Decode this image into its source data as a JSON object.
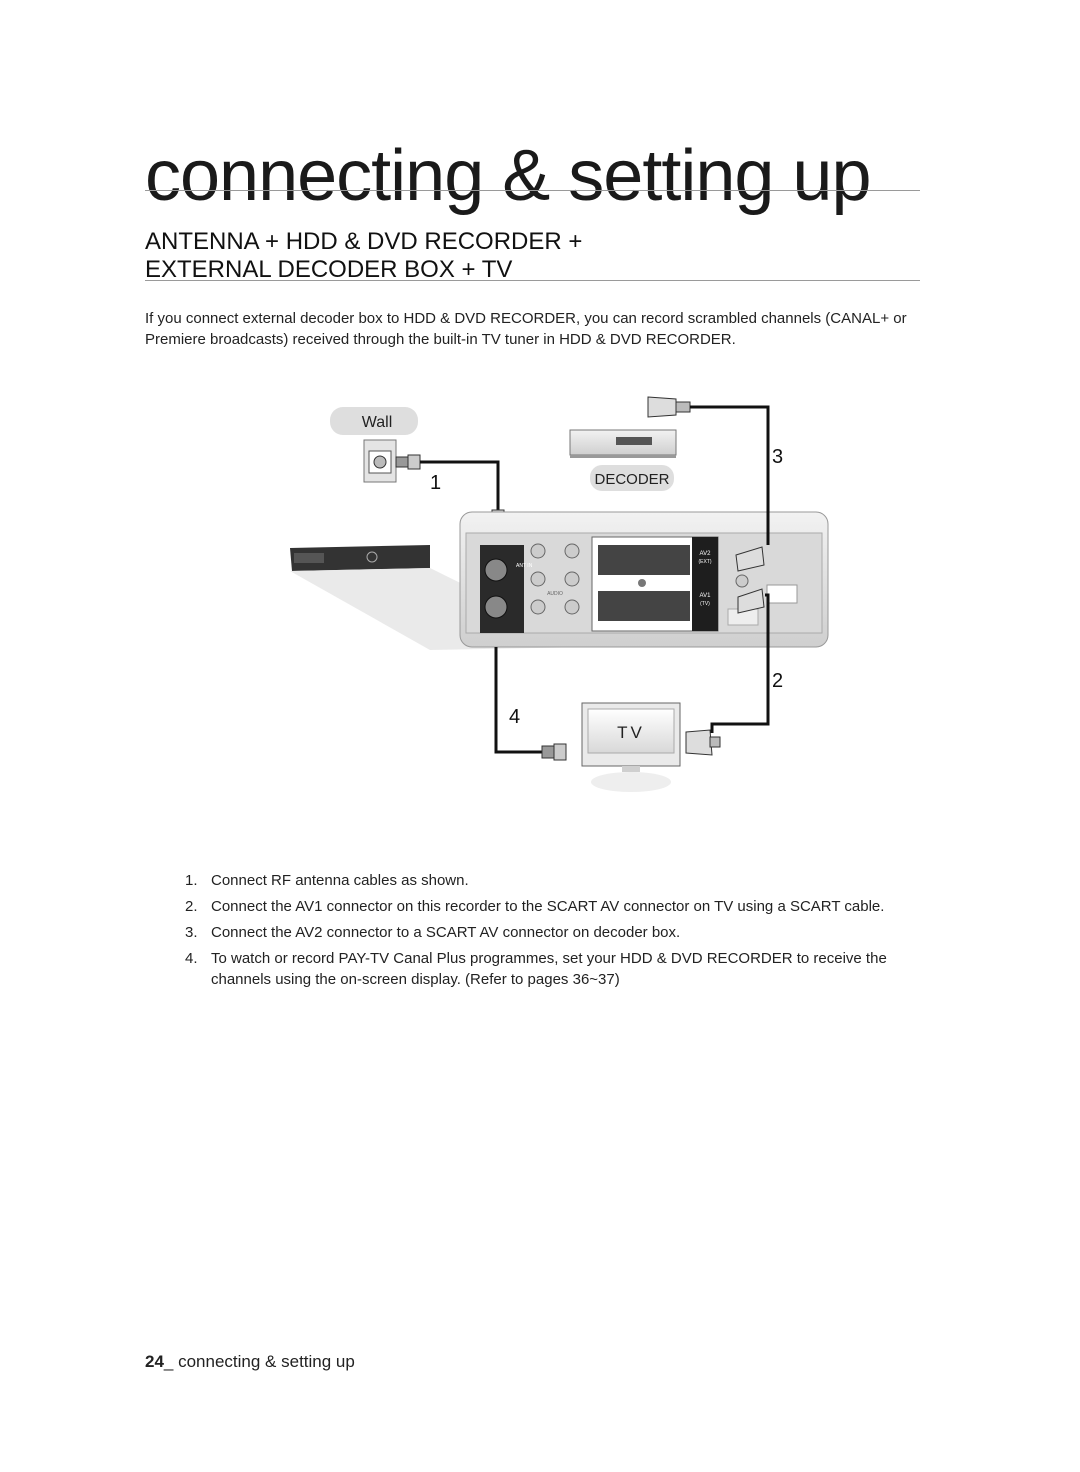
{
  "chapter_title": "connecting & setting up",
  "section_heading": {
    "line1": "ANTENNA + HDD & DVD RECORDER +",
    "line2": "EXTERNAL DECODER BOX + TV"
  },
  "intro_text": "If you connect external decoder box to HDD & DVD RECORDER, you can record scrambled channels (CANAL+ or Premiere broadcasts) received through the built-in TV tuner in HDD & DVD RECORDER.",
  "diagram": {
    "wall_label": "Wall",
    "decoder_label": "DECODER",
    "tv_label": "TV",
    "callouts": [
      "1",
      "2",
      "3",
      "4"
    ],
    "panel_labels": {
      "av2": "AV2",
      "ext": "(EXT)",
      "av1": "AV1",
      "tv": "(TV)",
      "audio": "AUDIO",
      "antenna": "ANT IN"
    }
  },
  "steps": [
    {
      "num": "1.",
      "text": "Connect RF antenna cables as shown."
    },
    {
      "num": "2.",
      "text": "Connect the AV1 connector on this recorder to the SCART AV connector on TV using a SCART cable."
    },
    {
      "num": "3.",
      "text": "Connect the AV2 connector to a SCART AV connector on decoder box."
    },
    {
      "num": "4.",
      "text": "To watch or record PAY-TV Canal Plus programmes, set your HDD & DVD RECORDER to receive the channels using the on-screen display. (Refer to pages 36~37)"
    }
  ],
  "footer": {
    "page_number": "24",
    "text": "_ connecting & setting up"
  }
}
